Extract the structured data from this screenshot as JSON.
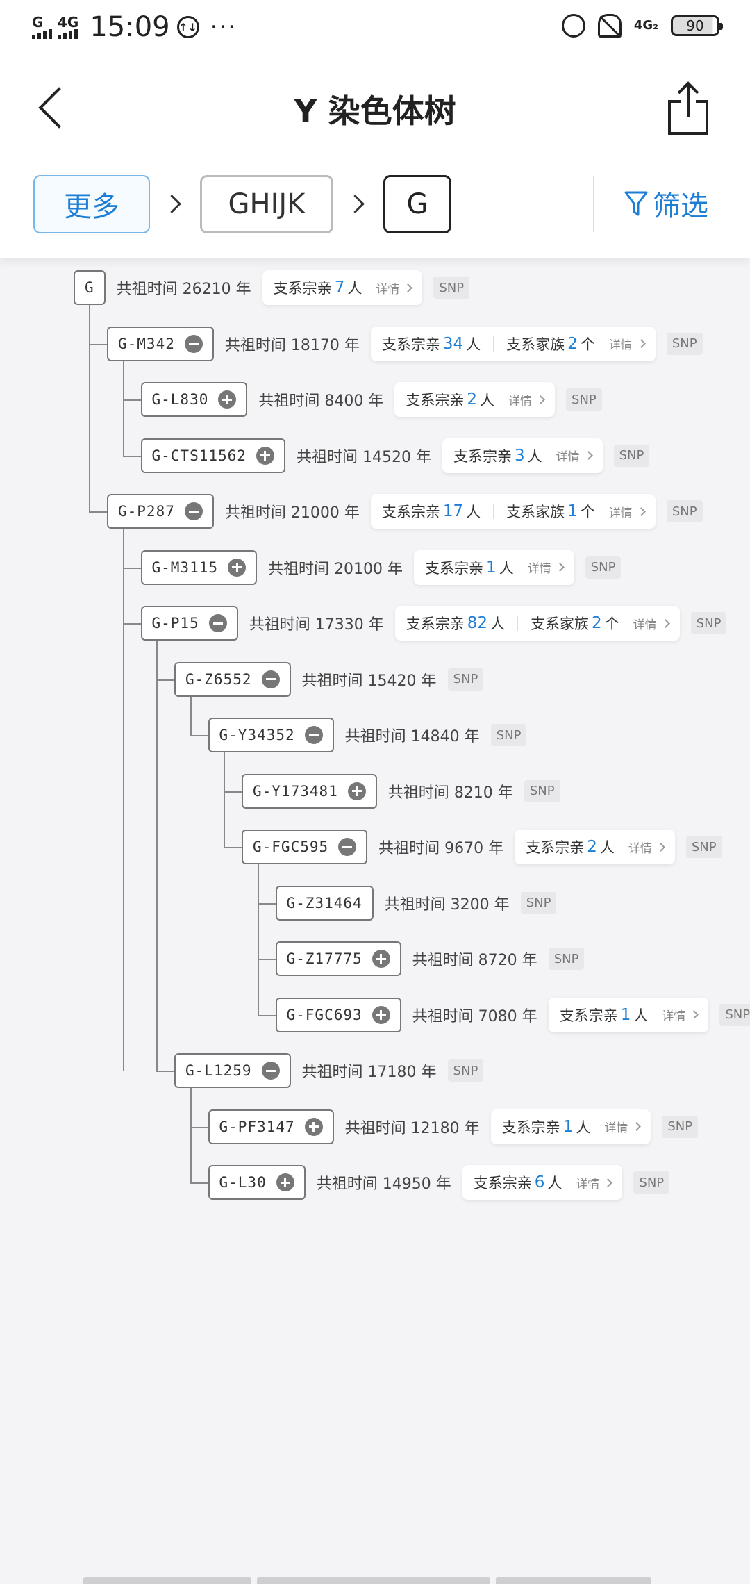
{
  "status_bar": {
    "network_left": "G",
    "network_4g": "4G",
    "time": "15:09",
    "circle_icon_text": "↑↓",
    "dots": "···",
    "network_right": "4G₂",
    "battery": "90"
  },
  "header": {
    "title": "Y 染色体树"
  },
  "breadcrumb": {
    "more": "更多",
    "level1": "GHIJK",
    "level2": "G",
    "filter": "筛选"
  },
  "labels": {
    "time_prefix": "共祖时间",
    "time_suffix": "年",
    "clan_prefix": "支系宗亲",
    "clan_suffix": "人",
    "family_prefix": "支系家族",
    "family_suffix": "个",
    "detail": "详情",
    "snp": "SNP"
  },
  "tree": [
    {
      "name": "G",
      "toggle": "none",
      "time": "26210",
      "clan": "7",
      "family": null
    },
    {
      "name": "G-M342",
      "toggle": "minus",
      "time": "18170",
      "clan": "34",
      "family": "2"
    },
    {
      "name": "G-L830",
      "toggle": "plus",
      "time": "8400",
      "clan": "2",
      "family": null
    },
    {
      "name": "G-CTS11562",
      "toggle": "plus",
      "time": "14520",
      "clan": "3",
      "family": null
    },
    {
      "name": "G-P287",
      "toggle": "minus",
      "time": "21000",
      "clan": "17",
      "family": "1"
    },
    {
      "name": "G-M3115",
      "toggle": "plus",
      "time": "20100",
      "clan": "1",
      "family": null
    },
    {
      "name": "G-P15",
      "toggle": "minus",
      "time": "17330",
      "clan": "82",
      "family": "2"
    },
    {
      "name": "G-Z6552",
      "toggle": "minus",
      "time": "15420",
      "clan": null,
      "family": null
    },
    {
      "name": "G-Y34352",
      "toggle": "minus",
      "time": "14840",
      "clan": null,
      "family": null
    },
    {
      "name": "G-Y173481",
      "toggle": "plus",
      "time": "8210",
      "clan": null,
      "family": null
    },
    {
      "name": "G-FGC595",
      "toggle": "minus",
      "time": "9670",
      "clan": "2",
      "family": null
    },
    {
      "name": "G-Z31464",
      "toggle": "none",
      "time": "3200",
      "clan": null,
      "family": null
    },
    {
      "name": "G-Z17775",
      "toggle": "plus",
      "time": "8720",
      "clan": null,
      "family": null
    },
    {
      "name": "G-FGC693",
      "toggle": "plus",
      "time": "7080",
      "clan": "1",
      "family": null
    },
    {
      "name": "G-L1259",
      "toggle": "minus",
      "time": "17180",
      "clan": null,
      "family": null
    },
    {
      "name": "G-PF3147",
      "toggle": "plus",
      "time": "12180",
      "clan": "1",
      "family": null
    },
    {
      "name": "G-L30",
      "toggle": "plus",
      "time": "14950",
      "clan": "6",
      "family": null
    }
  ]
}
